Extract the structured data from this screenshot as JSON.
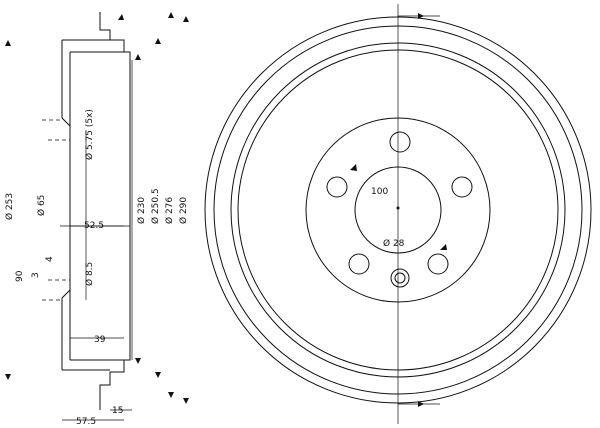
{
  "side_view": {
    "dim_diameter_outer": "Ø 253",
    "dim_diameter_hub": "Ø 65",
    "dim_hub_height": "90",
    "dim_depth_total": "52.5",
    "dim_inner_depth": "39",
    "dim_flange": "15",
    "dim_overall_width": "57.5",
    "dim_holes": "Ø 8.5",
    "dim_thread": "Ø 5.75 (5x)",
    "dim_small_3": "3",
    "dim_small_4": "4",
    "dia_230": "Ø 230",
    "dia_250_5": "Ø 250.5",
    "dia_276": "Ø 276",
    "dia_290": "Ø 290"
  },
  "front_view": {
    "bolt_circle": "100",
    "center_bore": "Ø 28"
  }
}
